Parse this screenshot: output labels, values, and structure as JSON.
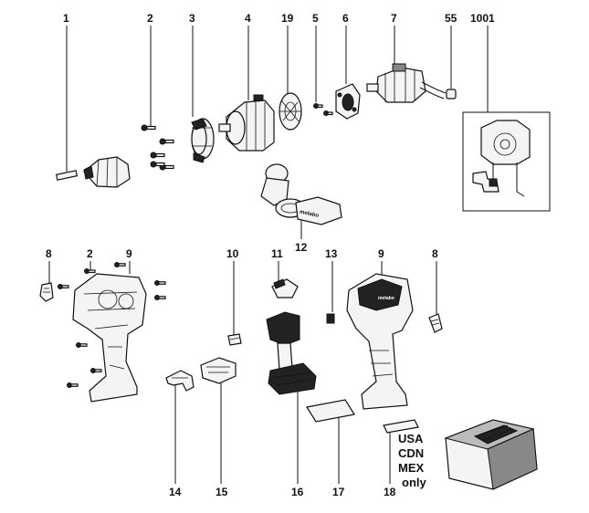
{
  "labels": {
    "p1": "1",
    "p2": "2",
    "p3": "3",
    "p4": "4",
    "p19": "19",
    "p5": "5",
    "p6": "6",
    "p7": "7",
    "p55": "55",
    "p1001": "1001",
    "p8a": "8",
    "p2b": "2",
    "p9a": "9",
    "p10": "10",
    "p11": "11",
    "p12": "12",
    "p13": "13",
    "p9b": "9",
    "p8b": "8",
    "p14": "14",
    "p15": "15",
    "p16": "16",
    "p17": "17",
    "p18": "18"
  },
  "region_note": [
    "USA",
    "CDN",
    "MEX",
    "only"
  ],
  "brand_mark": "metabo"
}
